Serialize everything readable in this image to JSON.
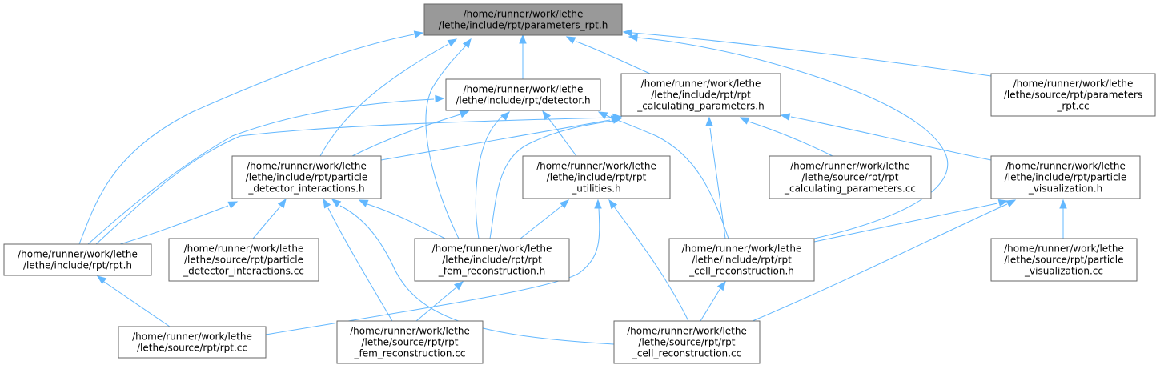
{
  "colors": {
    "edge": "#63b8ff",
    "root_fill": "#999999",
    "node_border": "#666666",
    "node_fill": "#ffffff"
  },
  "nodes": [
    {
      "id": "root",
      "label": [
        "/home/runner/work/lethe",
        "/lethe/include/rpt/parameters_rpt.h"
      ]
    },
    {
      "id": "detector_h",
      "label": [
        "/home/runner/work/lethe",
        "/lethe/include/rpt/detector.h"
      ]
    },
    {
      "id": "calcparam_h",
      "label": [
        "/home/runner/work/lethe",
        "/lethe/include/rpt/rpt",
        "_calculating_parameters.h"
      ]
    },
    {
      "id": "params_cc",
      "label": [
        "/home/runner/work/lethe",
        "/lethe/source/rpt/parameters",
        "_rpt.cc"
      ]
    },
    {
      "id": "pdi_h",
      "label": [
        "/home/runner/work/lethe",
        "/lethe/include/rpt/particle",
        "_detector_interactions.h"
      ]
    },
    {
      "id": "utilities_h",
      "label": [
        "/home/runner/work/lethe",
        "/lethe/include/rpt/rpt",
        "_utilities.h"
      ]
    },
    {
      "id": "calcparam_cc",
      "label": [
        "/home/runner/work/lethe",
        "/lethe/source/rpt/rpt",
        "_calculating_parameters.cc"
      ]
    },
    {
      "id": "pviz_h",
      "label": [
        "/home/runner/work/lethe",
        "/lethe/include/rpt/particle",
        "_visualization.h"
      ]
    },
    {
      "id": "rpt_h",
      "label": [
        "/home/runner/work/lethe",
        "/lethe/include/rpt/rpt.h"
      ]
    },
    {
      "id": "pdi_cc",
      "label": [
        "/home/runner/work/lethe",
        "/lethe/source/rpt/particle",
        "_detector_interactions.cc"
      ]
    },
    {
      "id": "femrec_h",
      "label": [
        "/home/runner/work/lethe",
        "/lethe/include/rpt/rpt",
        "_fem_reconstruction.h"
      ]
    },
    {
      "id": "cellrec_h",
      "label": [
        "/home/runner/work/lethe",
        "/lethe/include/rpt/rpt",
        "_cell_reconstruction.h"
      ]
    },
    {
      "id": "pviz_cc",
      "label": [
        "/home/runner/work/lethe",
        "/lethe/source/rpt/particle",
        "_visualization.cc"
      ]
    },
    {
      "id": "rpt_cc",
      "label": [
        "/home/runner/work/lethe",
        "/lethe/source/rpt/rpt.cc"
      ]
    },
    {
      "id": "femrec_cc",
      "label": [
        "/home/runner/work/lethe",
        "/lethe/source/rpt/rpt",
        "_fem_reconstruction.cc"
      ]
    },
    {
      "id": "cellrec_cc",
      "label": [
        "/home/runner/work/lethe",
        "/lethe/source/rpt/rpt",
        "_cell_reconstruction.cc"
      ]
    }
  ],
  "edges": [
    {
      "from": "detector_h",
      "to": "root"
    },
    {
      "from": "calcparam_h",
      "to": "root"
    },
    {
      "from": "params_cc",
      "to": "root"
    },
    {
      "from": "pdi_h",
      "to": "root"
    },
    {
      "from": "rpt_h",
      "to": "root"
    },
    {
      "from": "femrec_h",
      "to": "root"
    },
    {
      "from": "cellrec_h",
      "to": "root"
    },
    {
      "from": "pdi_h",
      "to": "detector_h"
    },
    {
      "from": "utilities_h",
      "to": "detector_h"
    },
    {
      "from": "rpt_h",
      "to": "detector_h"
    },
    {
      "from": "femrec_h",
      "to": "detector_h"
    },
    {
      "from": "cellrec_h",
      "to": "detector_h"
    },
    {
      "from": "pdi_h",
      "to": "calcparam_h"
    },
    {
      "from": "calcparam_cc",
      "to": "calcparam_h"
    },
    {
      "from": "pviz_h",
      "to": "calcparam_h"
    },
    {
      "from": "rpt_h",
      "to": "calcparam_h"
    },
    {
      "from": "femrec_h",
      "to": "calcparam_h"
    },
    {
      "from": "cellrec_h",
      "to": "calcparam_h"
    },
    {
      "from": "rpt_h",
      "to": "pdi_h"
    },
    {
      "from": "pdi_cc",
      "to": "pdi_h"
    },
    {
      "from": "femrec_h",
      "to": "pdi_h"
    },
    {
      "from": "femrec_cc",
      "to": "pdi_h"
    },
    {
      "from": "cellrec_cc",
      "to": "pdi_h"
    },
    {
      "from": "femrec_h",
      "to": "utilities_h"
    },
    {
      "from": "rpt_cc",
      "to": "utilities_h"
    },
    {
      "from": "cellrec_cc",
      "to": "utilities_h"
    },
    {
      "from": "cellrec_h",
      "to": "pviz_h"
    },
    {
      "from": "pviz_cc",
      "to": "pviz_h"
    },
    {
      "from": "cellrec_cc",
      "to": "pviz_h"
    },
    {
      "from": "rpt_cc",
      "to": "rpt_h"
    },
    {
      "from": "femrec_cc",
      "to": "femrec_h"
    },
    {
      "from": "cellrec_cc",
      "to": "cellrec_h"
    }
  ]
}
